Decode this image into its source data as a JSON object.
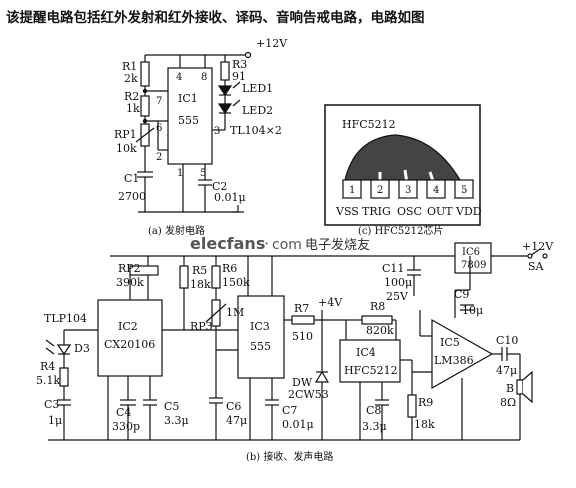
{
  "title": "该提醒电路包括红外发射和红外接收、译码、音响告戒电路，电路如图",
  "watermark": {
    "brand": "elecfans",
    "dot": "·",
    "domain": "com",
    "cn": "电子发烧友"
  },
  "captions": {
    "a": "(a) 发射电路",
    "b": "(b) 接收、发声电路",
    "c": "(c) HFC5212芯片"
  },
  "tx": {
    "vcc": "+12V",
    "R1": "R1",
    "R1v": "2k",
    "R2": "R2",
    "R2v": "1k",
    "RP1": "RP1",
    "RP1v": "10k",
    "C1": "C1",
    "C1v": "2700",
    "C2": "C2",
    "C2v": "0.01μ",
    "R3": "R3",
    "R3v": "91",
    "LED1": "LED1",
    "LED2": "LED2",
    "led_part": "TL104×2",
    "ic": "IC1",
    "ic_type": "555",
    "pins": [
      "4",
      "8",
      "7",
      "6",
      "2",
      "1",
      "5",
      "3"
    ]
  },
  "chip": {
    "name": "HFC5212",
    "pins": [
      "1",
      "2",
      "3",
      "4",
      "5"
    ],
    "pin_labels": [
      "VSS",
      "TRIG",
      "OSC",
      "OUT",
      "VDD"
    ]
  },
  "rx": {
    "vcc": "+12V",
    "sa": "SA",
    "v4": "+4V",
    "TLP": "TLP104",
    "D3": "D3",
    "IC2": "IC2",
    "IC2t": "CX20106",
    "IC3": "IC3",
    "IC3t": "555",
    "IC4": "IC4",
    "IC4t": "HFC5212",
    "IC5": "IC5",
    "IC5t": "LM386",
    "IC6": "IC6",
    "IC6t": "7809",
    "RP2": "RP2",
    "RP2v": "390k",
    "R4": "R4",
    "R4v": "5.1k",
    "C3": "C3",
    "C3v": "1μ",
    "C4": "C4",
    "C4v": "330p",
    "C5": "C5",
    "C5v": "3.3μ",
    "R5": "R5",
    "R5v": "18k",
    "R6": "R6",
    "R6v": "150k",
    "RP3": "RP3",
    "RP3v": "1M",
    "C6": "C6",
    "C6v": "47μ",
    "R7": "R7",
    "R7v": "510",
    "C7": "C7",
    "C7v": "0.01μ",
    "DW": "DW",
    "DWv": "2CW53",
    "R8": "R8",
    "R8v": "820k",
    "C8": "C8",
    "C8v": "3.3μ",
    "R9": "R9",
    "R9v": "18k",
    "C9": "C9",
    "C9v": "10μ",
    "C10": "C10",
    "C10v": "47μ",
    "C11": "C11",
    "C11v": "100μ",
    "C11v2": "25V",
    "B": "B",
    "Bv": "8Ω"
  }
}
